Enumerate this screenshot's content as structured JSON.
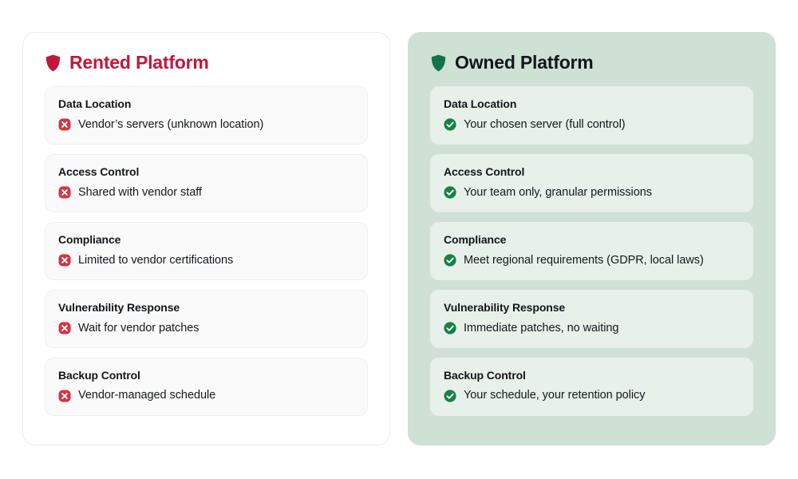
{
  "theme": {
    "page_background": "#ffffff",
    "rented_accent": "#c0173b",
    "owned_accent": "#15734a",
    "owned_panel_background": "#cfe0d5",
    "owned_row_background": "#e7f0e9",
    "rented_row_background": "#fafafa",
    "negative_badge_color": "#d83341",
    "positive_badge_color": "#1a7f4b"
  },
  "panels": [
    {
      "id": "rented",
      "title": "Rented Platform",
      "icon": "shield-icon",
      "status_icon": "x-circle-icon",
      "rows": [
        {
          "label": "Data Location",
          "value": "Vendor’s servers (unknown location)"
        },
        {
          "label": "Access Control",
          "value": "Shared with vendor staff"
        },
        {
          "label": "Compliance",
          "value": "Limited to vendor certifications"
        },
        {
          "label": "Vulnerability Response",
          "value": "Wait for vendor patches"
        },
        {
          "label": "Backup Control",
          "value": "Vendor-managed schedule"
        }
      ]
    },
    {
      "id": "owned",
      "title": "Owned Platform",
      "icon": "shield-icon",
      "status_icon": "check-circle-icon",
      "rows": [
        {
          "label": "Data Location",
          "value": "Your chosen server (full control)"
        },
        {
          "label": "Access Control",
          "value": "Your team only, granular permissions"
        },
        {
          "label": "Compliance",
          "value": "Meet regional requirements (GDPR, local laws)"
        },
        {
          "label": "Vulnerability Response",
          "value": "Immediate patches, no waiting"
        },
        {
          "label": "Backup Control",
          "value": "Your schedule, your retention policy"
        }
      ]
    }
  ]
}
